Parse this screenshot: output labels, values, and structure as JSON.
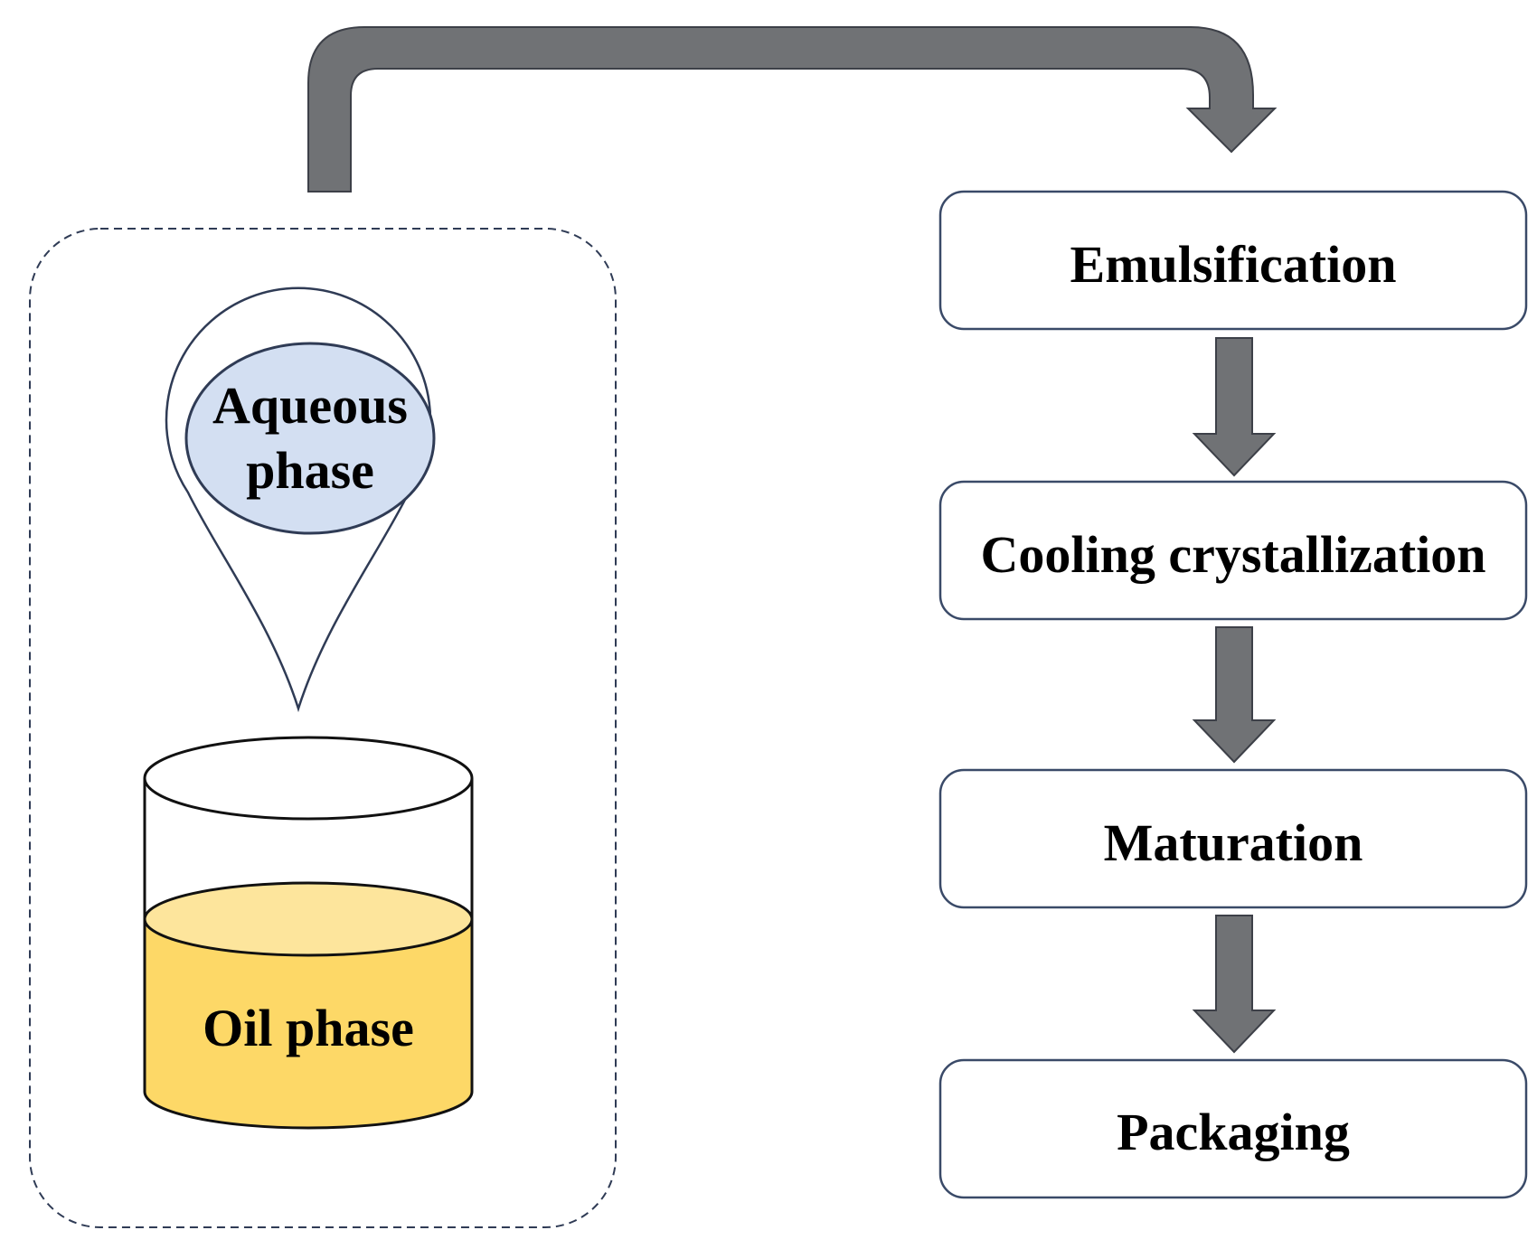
{
  "ingredients": {
    "aqueous_line1": "Aqueous",
    "aqueous_line2": "phase",
    "oil": "Oil phase"
  },
  "steps": [
    {
      "label": "Emulsification"
    },
    {
      "label": "Cooling crystallization"
    },
    {
      "label": "Maturation"
    },
    {
      "label": "Packaging"
    }
  ],
  "colors": {
    "arrow_fill": "#707275",
    "arrow_stroke": "#3d4048",
    "outline": "#2f3b55",
    "aqueous_fill": "#d3dff2",
    "oil_surface": "#fde59c",
    "oil_body": "#fdd867",
    "box_stroke": "#3a4a68"
  }
}
